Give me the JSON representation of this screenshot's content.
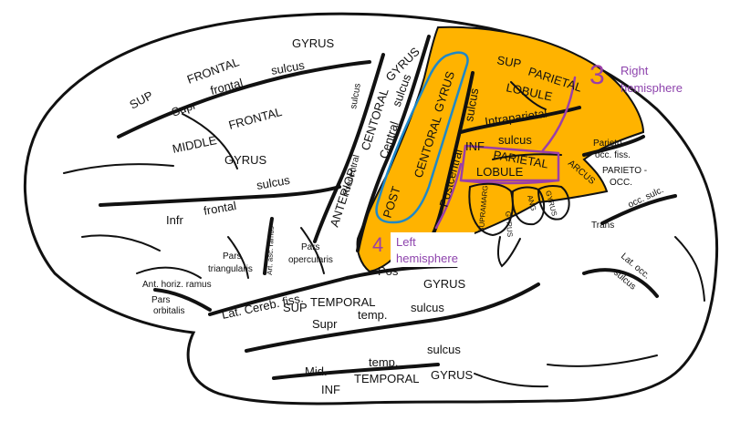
{
  "colors": {
    "parietal_fill": "#ffb300",
    "outline": "#111111",
    "sulcus": "#111111",
    "annotation_purple": "#9b3fa7",
    "annotation_blue": "#1e88c8"
  },
  "labels": {
    "sup_frontal_gyrus": [
      "SUP",
      "FRONTAL",
      "GYRUS"
    ],
    "supr_frontal_sulcus": [
      "Supr",
      "frontal",
      "sulcus"
    ],
    "middle_frontal_gyrus": [
      "MIDDLE",
      "FRONTAL",
      "GYRUS"
    ],
    "infr_frontal_sulcus": [
      "Infr",
      "frontal",
      "sulcus"
    ],
    "anterior_central_gyrus": [
      "ANTERIOR",
      "CENTORAL",
      "GYRUS"
    ],
    "precentral_sulcus": [
      "Precentral",
      "sulcus"
    ],
    "central_sulcus": [
      "Central",
      "sulcus"
    ],
    "post_central_gyrus": [
      "POST",
      "CENTORAL",
      "GYRUS"
    ],
    "postcentral_sulcus": [
      "Postcentral",
      "sulcus"
    ],
    "sup_parietal_lobule": [
      "SUP",
      "PARIETAL",
      "LOBULE"
    ],
    "intraparietal_sulcus": [
      "Intraparietal",
      "sulcus"
    ],
    "inf_parietal_lobule": [
      "INF",
      "PARIETAL",
      "LOBULE"
    ],
    "arcus": "ARCUS",
    "parieto_occ_fiss": [
      "Parieto",
      "occ. fiss."
    ],
    "parieto_occ": [
      "PARIETO -",
      "OCC."
    ],
    "trans_occ_sulc": [
      "Trans",
      "occ. sulc."
    ],
    "lat_occ_sulcus": [
      "Lat. occ.",
      "sulcus"
    ],
    "supramarginal": "SUPRAMARG",
    "gyrus": "GYRUS",
    "ang": "ANG",
    "pars_triangularis": [
      "Pars",
      "triangularis"
    ],
    "art_asc_ramus": "Art. asc. ramus",
    "pars_opercularis": [
      "Pars",
      "opercularis"
    ],
    "ant_horiz_ramus": "Ant. horiz. ramus",
    "pars_orbitalis": [
      "Pars",
      "orbitalis"
    ],
    "lat_cereb_fiss": "Lat. Cereb. fiss.",
    "post": "Pos",
    "sup_temporal_gyrus": [
      "SUP",
      "TEMPORAL",
      "GYRUS"
    ],
    "supr_temp_sulcus": [
      "Supr",
      "temp.",
      "sulcus"
    ],
    "mid_temp_sulcus": [
      "Mid.",
      "temp.",
      "sulcus"
    ],
    "inf_temporal_gyrus": [
      "INF",
      "TEMPORAL",
      "GYRUS"
    ]
  },
  "annotations": {
    "right_hemisphere": [
      "Right",
      "hemisphere"
    ],
    "left_hemisphere": [
      "Left",
      "hemisphere"
    ],
    "mark_right": "3",
    "mark_left": "4"
  }
}
